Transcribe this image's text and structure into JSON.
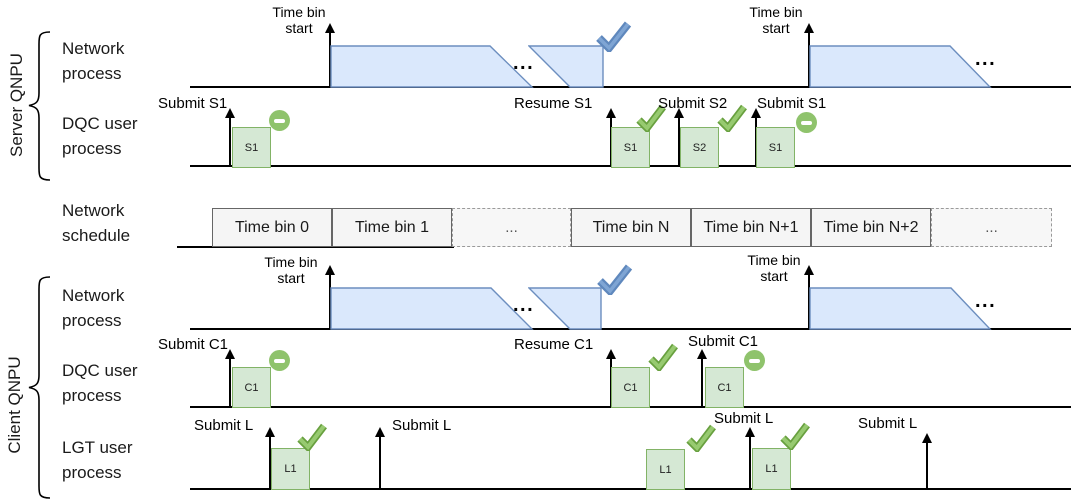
{
  "groups": {
    "server": {
      "label": "Server QNPU"
    },
    "client": {
      "label": "Client QNPU"
    }
  },
  "row_labels": {
    "server_network": "Network process",
    "server_dqc": "DQC user process",
    "schedule": "Network schedule",
    "client_network": "Network process",
    "client_dqc": "DQC user process",
    "client_lgt": "LGT user process"
  },
  "network": {
    "time_bin_start": "Time bin start",
    "ellipsis": "..."
  },
  "schedule": {
    "bins": [
      {
        "label": "Time bin 0",
        "style": "solid"
      },
      {
        "label": "Time bin 1",
        "style": "solid"
      },
      {
        "label": "...",
        "style": "dashed"
      },
      {
        "label": "Time bin N",
        "style": "solid"
      },
      {
        "label": "Time bin N+1",
        "style": "solid"
      },
      {
        "label": "Time bin N+2",
        "style": "solid"
      },
      {
        "label": "...",
        "style": "dashed"
      }
    ]
  },
  "events": {
    "server_dqc": [
      {
        "label": "Submit S1",
        "box": "S1",
        "status": "suspended"
      },
      {
        "label": "Resume S1",
        "box": "S1",
        "status": "success"
      },
      {
        "label": "Submit S2",
        "box": "S2",
        "status": "success"
      },
      {
        "label": "Submit S1",
        "box": "S1",
        "status": "suspended"
      }
    ],
    "client_dqc": [
      {
        "label": "Submit C1",
        "box": "C1",
        "status": "suspended"
      },
      {
        "label": "Resume C1",
        "box": "C1",
        "status": "success"
      },
      {
        "label": "Submit C1",
        "box": "C1",
        "status": "suspended"
      }
    ],
    "client_lgt": [
      {
        "label": "Submit L",
        "box": "L1",
        "status": "success"
      },
      {
        "label": "Submit L"
      },
      {
        "box": "L1",
        "status": "success"
      },
      {
        "label": "Submit L",
        "box": "L1",
        "status": "success"
      },
      {
        "label": "Submit L"
      }
    ]
  },
  "colors": {
    "network_fill": "#dae8fc",
    "network_stroke": "#6c8ebf",
    "process_fill": "#d5e8d4",
    "process_stroke": "#82b366",
    "success_check": "#93c66b",
    "network_check": "#6690c9",
    "suspend_icon": "#8fc36c",
    "schedule_fill": "#f5f5f5"
  }
}
